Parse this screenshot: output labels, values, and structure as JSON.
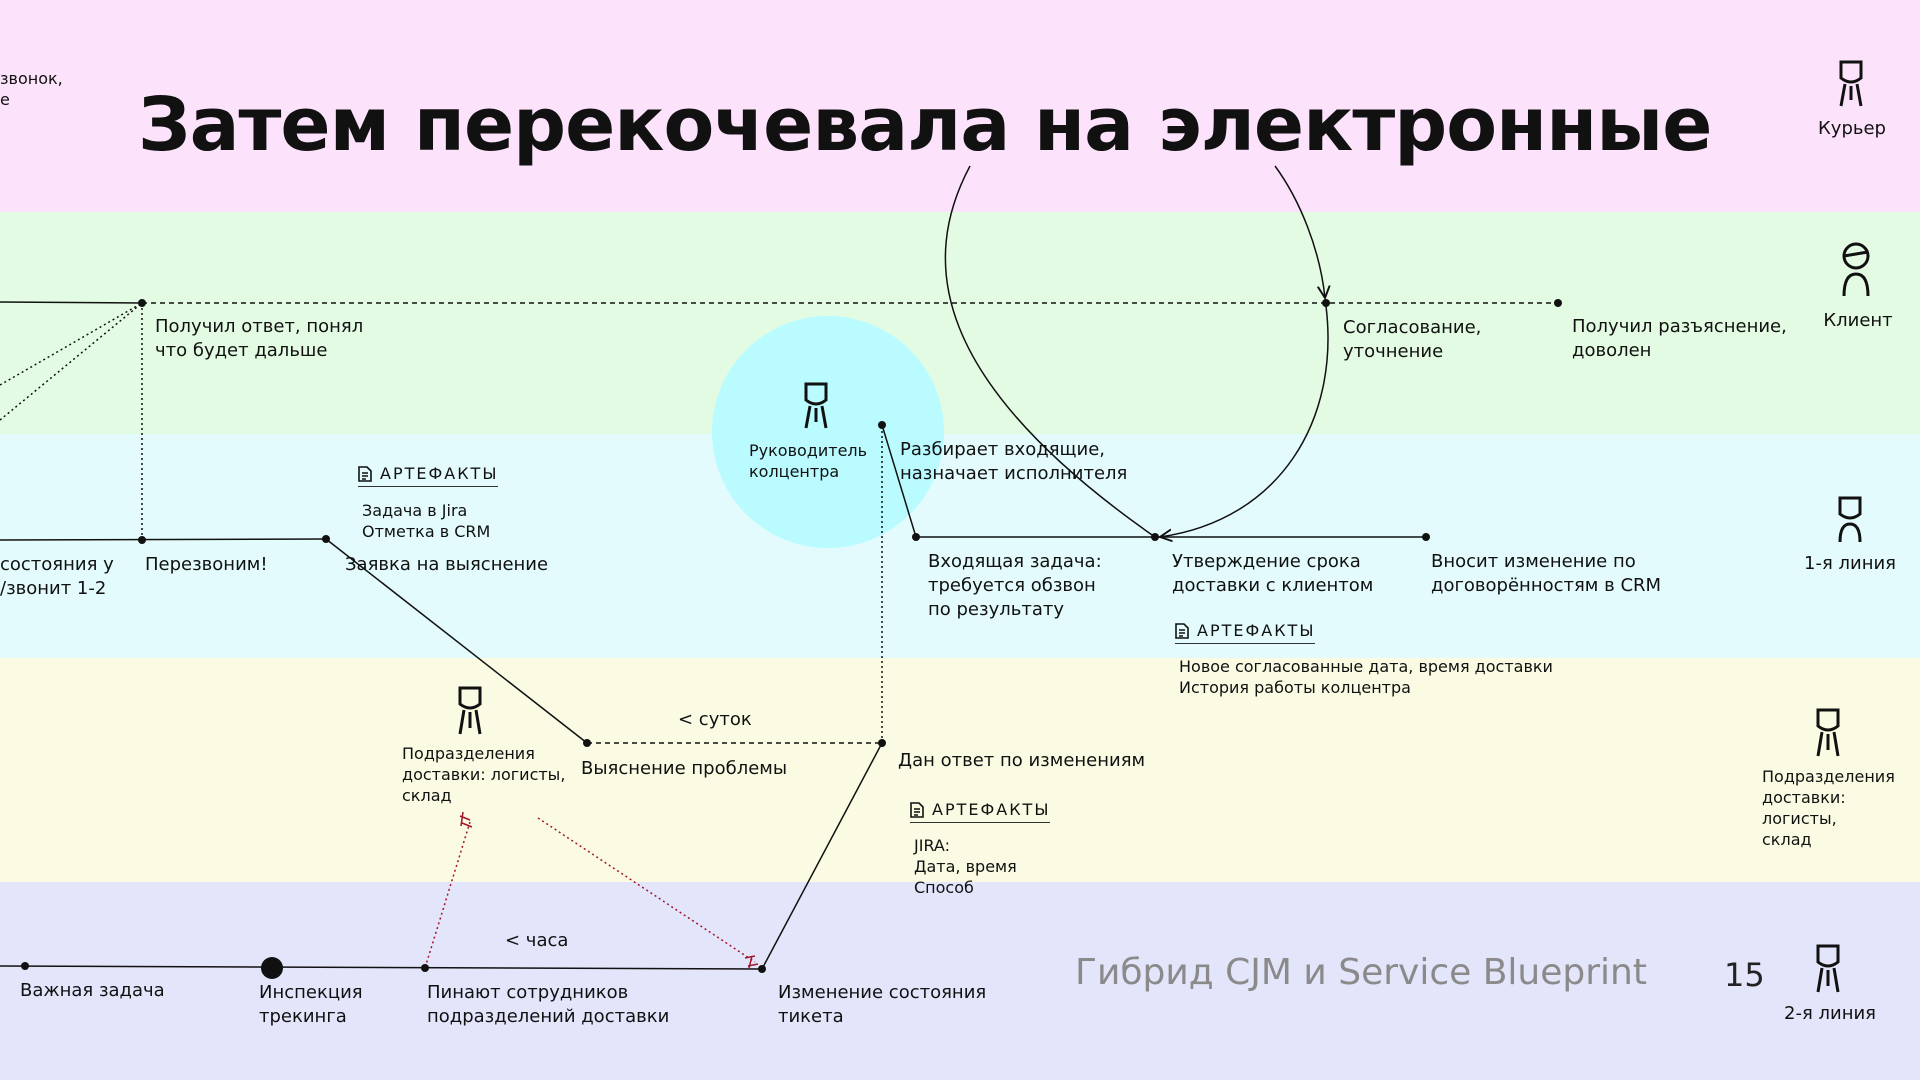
{
  "lanes": [
    {
      "name": "courier",
      "color": "#fce3fb"
    },
    {
      "name": "client",
      "color": "#e3fbe3"
    },
    {
      "name": "first-line",
      "color": "#e3fbfc"
    },
    {
      "name": "delivery",
      "color": "#fbfbe3"
    },
    {
      "name": "second-line",
      "color": "#e3e5fb"
    }
  ],
  "title": "Затем перекочевала на электронные",
  "corner_fragment": [
    "звонок,",
    "е"
  ],
  "roles": {
    "courier": "Курьер",
    "client": "Клиент",
    "first_line": "1-я линия",
    "delivery": [
      "Подразделения",
      "доставки: логисты,",
      "склад"
    ],
    "second_line": "2-я линия",
    "manager": [
      "Руководитель",
      "колцентра"
    ],
    "delivery_mid": [
      "Подразделения",
      "доставки: логисты,",
      "склад"
    ]
  },
  "steps": {
    "got_answer": [
      "Получил ответ, понял",
      "что будет дальше"
    ],
    "agreement": [
      "Согласование,",
      "уточнение"
    ],
    "got_explanation": [
      "Получил разъяснение,",
      "доволен"
    ],
    "state_left": [
      "состояния у",
      "/звонит 1-2"
    ],
    "call_back": "Перезвоним!",
    "request": "Заявка на выяснение",
    "sorts_incoming": [
      "Разбирает входящие,",
      "назначает исполнителя"
    ],
    "incoming_task": [
      "Входящая задача:",
      "требуется обзвон",
      "по результату"
    ],
    "approve_date": [
      "Утверждение срока",
      "доставки с клиентом"
    ],
    "enter_changes": [
      "Вносит изменение по",
      "договорённостям в CRM"
    ],
    "day_label": "< суток",
    "investigate": "Выяснение проблемы",
    "answer_given": "Дан ответ по изменениям",
    "hour_label": "< часа",
    "important_task": "Важная задача",
    "tracking": [
      "Инспекция",
      "трекинга"
    ],
    "nudge": [
      "Пинают сотрудников",
      "подразделений доставки"
    ],
    "ticket_state": [
      "Изменение состояния",
      "тикета"
    ]
  },
  "artifacts": [
    {
      "head": "АРТЕФАКТЫ",
      "lines": [
        "Задача в Jira",
        "Отметка в CRM"
      ]
    },
    {
      "head": "АРТЕФАКТЫ",
      "lines": [
        "Новое согласованные дата, время доставки",
        "История работы колцентра"
      ]
    },
    {
      "head": "АРТЕФАКТЫ",
      "lines": [
        "JIRA:",
        "Дата, время",
        "Способ"
      ]
    }
  ],
  "footer": "Гибрид CJM и Service Blueprint",
  "page_number": "15",
  "colors": {
    "manager_circle": "#b9fbff",
    "relation_line": "#a0152a"
  }
}
